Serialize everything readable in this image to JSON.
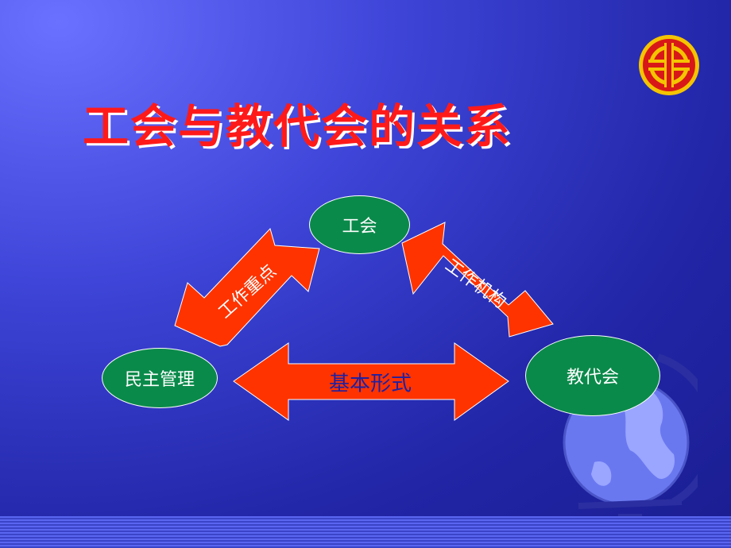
{
  "slide": {
    "title": "工会与教代会的关系"
  },
  "nodes": {
    "union": "工会",
    "democratic": "民主管理",
    "congress": "教代会"
  },
  "arrows": {
    "left": "工作重点",
    "right": "工作机构",
    "bottom": "基本形式"
  },
  "colors": {
    "title": "#ff1a1a",
    "arrow_fill": "#ff3300",
    "node_fill": "#0a8a4a",
    "background": "#2226a8"
  },
  "icons": [
    "union-emblem-icon",
    "globe-icon"
  ]
}
